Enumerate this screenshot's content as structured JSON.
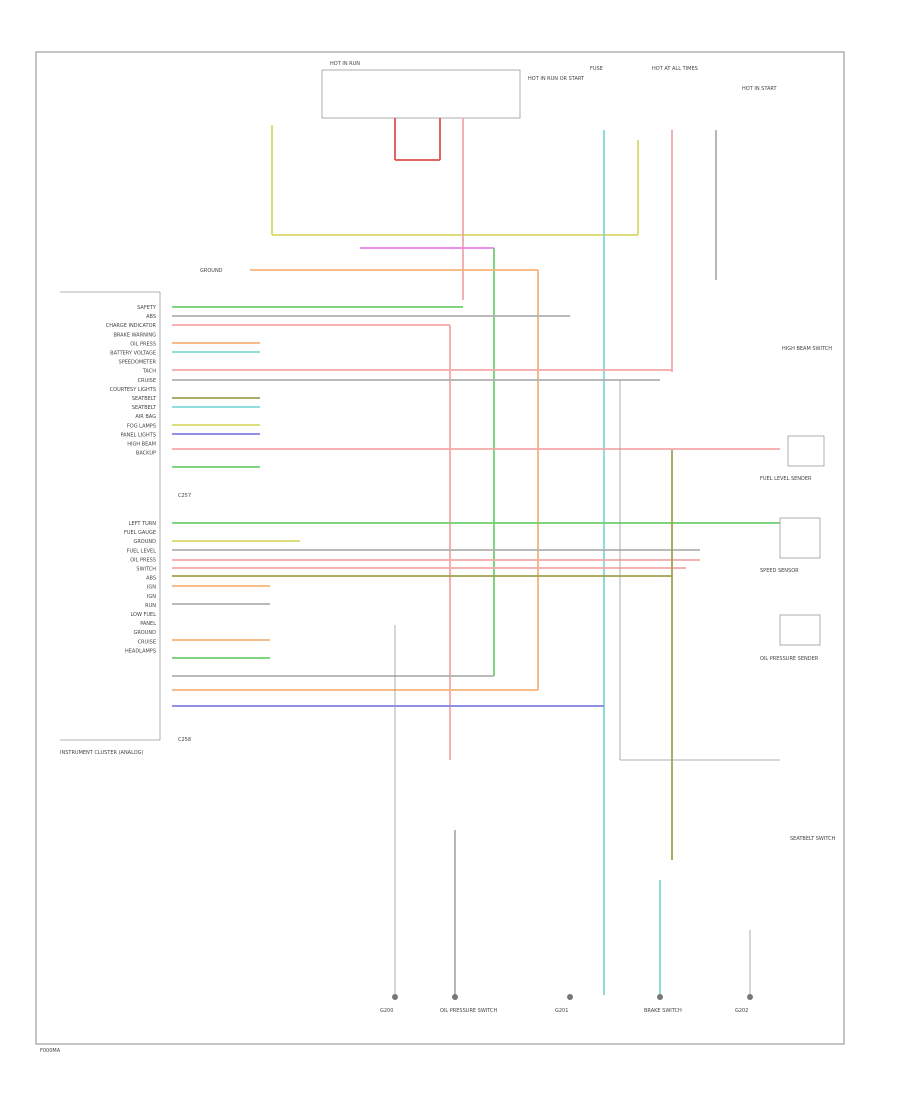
{
  "diagram": {
    "footer_code": "F000MA",
    "colors": {
      "yellow_green": "#d8d86a",
      "pink": "#f2a7a7",
      "red": "#e05050",
      "cyan": "#7fd8d8",
      "green": "#6fcf6f",
      "orange": "#f4b27a",
      "magenta": "#e880e8",
      "gray": "#b0b0b0",
      "olive": "#a0a050",
      "blue": "#8080e0"
    },
    "cluster_label": "INSTRUMENT CLUSTER (ANALOG)",
    "connector_c1_label": "C257",
    "connector_c2_label": "C258",
    "left_pins_top": [
      "SAFETY",
      "ABS",
      "CHARGE INDICATOR",
      "BRAKE WARNING",
      "OIL PRESS",
      "BATTERY VOLTAGE",
      "SPEEDOMETER",
      "TACH",
      "CRUISE",
      "COURTESY LIGHTS",
      "SEATBELT",
      "SEATBELT",
      "AIR BAG",
      "FOG LAMPS",
      "PANEL LIGHTS",
      "HIGH BEAM",
      "BACKUP"
    ],
    "left_pins_bottom": [
      "LEFT TURN",
      "FUEL GAUGE",
      "GROUND",
      "FUEL LEVEL",
      "OIL PRESS",
      "SWITCH",
      "ABS",
      "IGN",
      "IGN",
      "RUN",
      "LOW FUEL",
      "PANEL",
      "GROUND",
      "CRUISE",
      "HEADLAMPS"
    ],
    "top_labels": [
      "HOT IN RUN",
      "HOT IN RUN OR START",
      "FUSE",
      "HOT AT ALL TIMES",
      "HOT IN START"
    ],
    "bottom_labels": [
      "G200",
      "OIL PRESSURE SWITCH",
      "G201",
      "BRAKE SWITCH",
      "G202"
    ],
    "right_labels": [
      "FUEL LEVEL SENDER",
      "SPEED SENSOR",
      "HIGH BEAM SWITCH",
      "OIL PRESSURE SENDER",
      "SEATBELT SWITCH"
    ],
    "ground_label": "GROUND"
  }
}
